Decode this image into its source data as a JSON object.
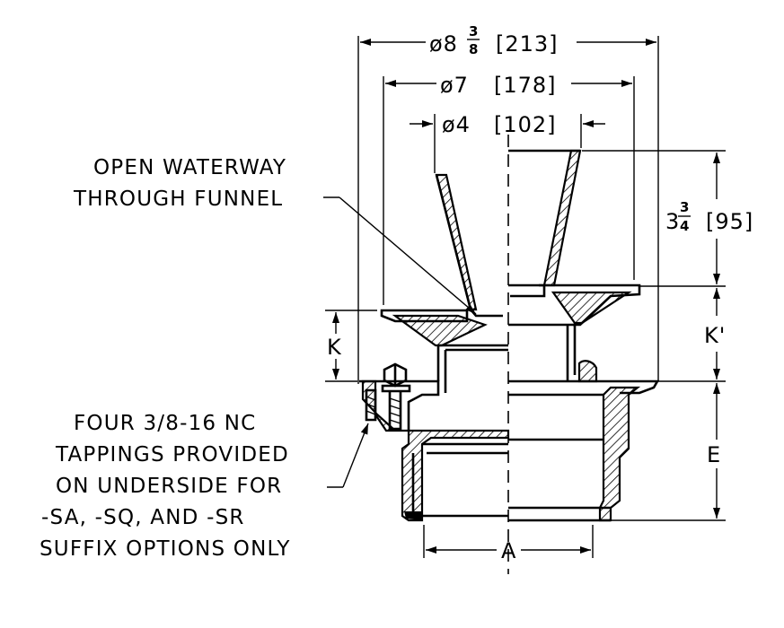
{
  "dimensions": {
    "outer_diameter": {
      "symbol": "ø8",
      "frac_num": "3",
      "frac_den": "8",
      "metric": "[213]"
    },
    "flange_diameter": {
      "text": "ø7",
      "metric": "[178]"
    },
    "funnel_diameter": {
      "text": "ø4",
      "metric": "[102]"
    },
    "funnel_height": {
      "whole": "3",
      "frac_num": "3",
      "frac_den": "4",
      "metric": "[95]"
    },
    "k_label": "K",
    "k_prime_label": "K'",
    "e_label": "E",
    "a_label": "A"
  },
  "callouts": {
    "waterway": [
      "OPEN WATERWAY",
      "THROUGH FUNNEL"
    ],
    "tappings": [
      "FOUR 3/8-16 NC",
      "TAPPINGS PROVIDED",
      "ON UNDERSIDE FOR",
      "-SA, -SQ, AND -SR",
      "SUFFIX OPTIONS ONLY"
    ]
  },
  "icons": {
    "arrowhead": "arrowhead-icon",
    "bolt": "bolt-icon"
  }
}
